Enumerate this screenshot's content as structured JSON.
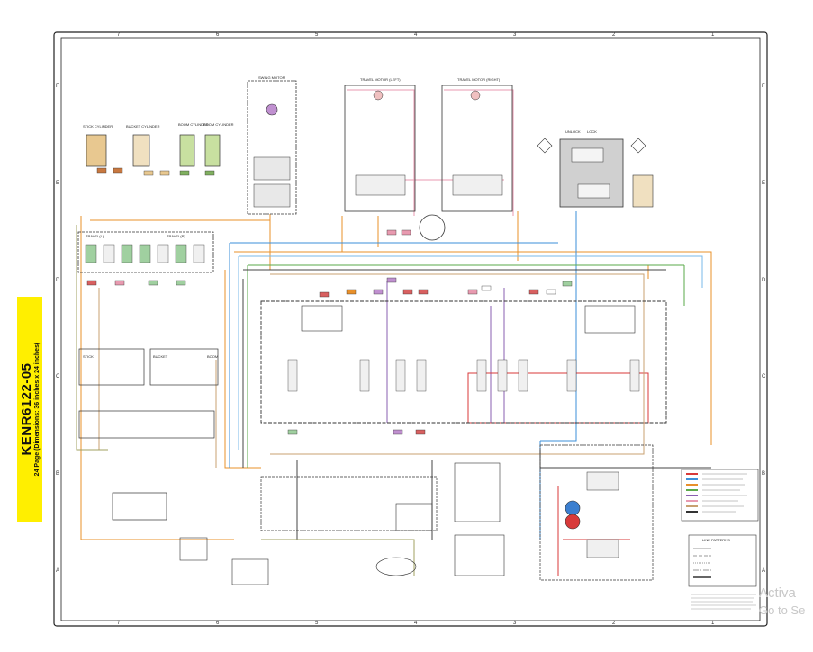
{
  "document": {
    "number": "KENR6122-05",
    "page_info": "24 Page (Dimensions: 36 inches x 24 inches)"
  },
  "grid": {
    "columns": [
      "7",
      "6",
      "5",
      "4",
      "3",
      "2",
      "1"
    ],
    "rows": [
      "F",
      "E",
      "D",
      "C",
      "B",
      "A"
    ]
  },
  "components": {
    "swing_motor": "SWING MOTOR",
    "travel_motor_left": "TRAVEL MOTOR (LEFT)",
    "travel_motor_right": "TRAVEL MOTOR (RIGHT)",
    "stick_cylinder": "STICK CYLINDER",
    "bucket_cylinder": "BUCKET CYLINDER",
    "boom_cylinder_1": "BOOM CYLINDER",
    "boom_cylinder_2": "BOOM CYLINDER",
    "unlock": "UNLOCK",
    "lock": "LOCK",
    "travel_l": "TRAVEL(L)",
    "travel_r": "TRAVEL(R)",
    "stick_left": "STICK",
    "bucket_left": "BUCKET",
    "boom_left": "BOOM",
    "line_patterns": "LINE PATTERNS"
  },
  "watermark": {
    "line1": "Activa",
    "line2": "Go to Se"
  },
  "colors": {
    "frame": "#222222",
    "orange": "#e8902a",
    "blue": "#3b8fd9",
    "green": "#5aaa4a",
    "purple": "#8a5fb0",
    "red": "#d83a3a",
    "pink": "#e89ab0",
    "yellow": "#ffef00",
    "tan": "#c8a070",
    "dark": "#333333"
  }
}
